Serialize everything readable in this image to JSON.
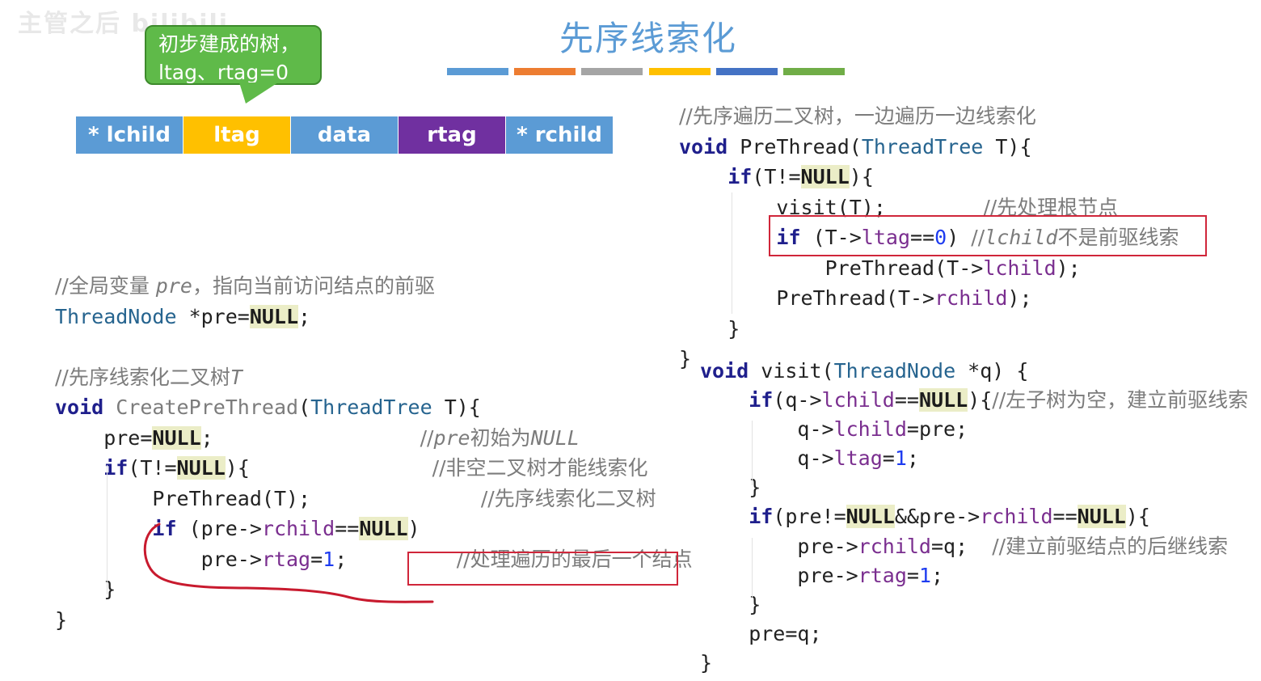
{
  "watermark": "主管之后 bilibili",
  "title": "先序线索化",
  "title_bar_colors": [
    "#5b9bd5",
    "#ed7d31",
    "#a5a5a5",
    "#ffc000",
    "#4472c4",
    "#70ad47"
  ],
  "callout": {
    "line1": "初步建成的树，",
    "line2": "ltag、rtag=0"
  },
  "node_fields": [
    {
      "label": "* lchild",
      "color": "#5b9bd5"
    },
    {
      "label": "ltag",
      "color": "#ffc000"
    },
    {
      "label": "data",
      "color": "#5b9bd5"
    },
    {
      "label": "rtag",
      "color": "#7030a0"
    },
    {
      "label": "* rchild",
      "color": "#5b9bd5"
    }
  ],
  "code": {
    "global_comment": "//全局变量 ",
    "global_comment_var": "pre",
    "global_comment_rest": "，指向当前访问结点的前驱",
    "global_decl_type": "ThreadNode",
    "global_decl_rest": " *pre=",
    "null": "NULL",
    "create_comment": "//先序线索化二叉树",
    "create_comment_var": "T",
    "kw_void": "void",
    "kw_if": "if",
    "create_fn": "CreatePreThread",
    "type_tree": "ThreadTree",
    "type_node": "ThreadNode",
    "c_pre_init": "//",
    "c_pre_init_var": "pre",
    "c_pre_init_mid": "初始为",
    "c_pre_init_null": "NULL",
    "c_nonempty": "//非空二叉树才能线索化",
    "c_prethread": "//先序线索化二叉树",
    "c_last_node": "//处理遍历的最后一个结点",
    "pt_comment": "//先序遍历二叉树，一边遍历一边线索化",
    "pt_fn": "PreThread",
    "visit_fn": "visit",
    "c_root_first": "//先处理根节点",
    "c_lchild_prefix": "//",
    "c_lchild_var": "lchild",
    "c_lchild_rest": "不是前驱线索",
    "c_left_empty": "//左子树为空，建立前驱线索",
    "c_succ": "//建立前驱结点的后继线索"
  }
}
